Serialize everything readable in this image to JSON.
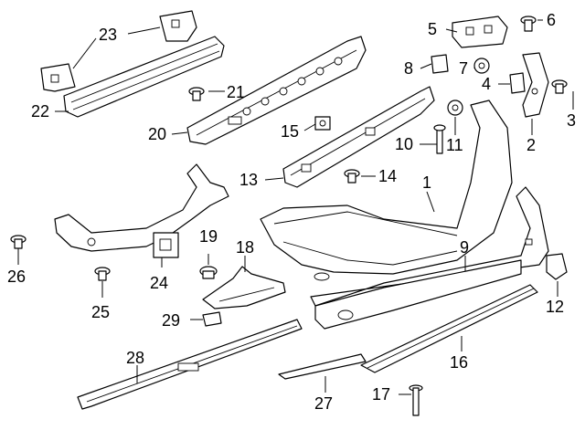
{
  "callouts": [
    "1",
    "2",
    "3",
    "4",
    "5",
    "6",
    "7",
    "8",
    "9",
    "10",
    "11",
    "12",
    "13",
    "14",
    "15",
    "16",
    "17",
    "19",
    "18",
    "20",
    "21",
    "22",
    "23",
    "24",
    "25",
    "26",
    "27",
    "28",
    "29"
  ],
  "colors": {
    "line": "#000000",
    "background": "#ffffff"
  }
}
